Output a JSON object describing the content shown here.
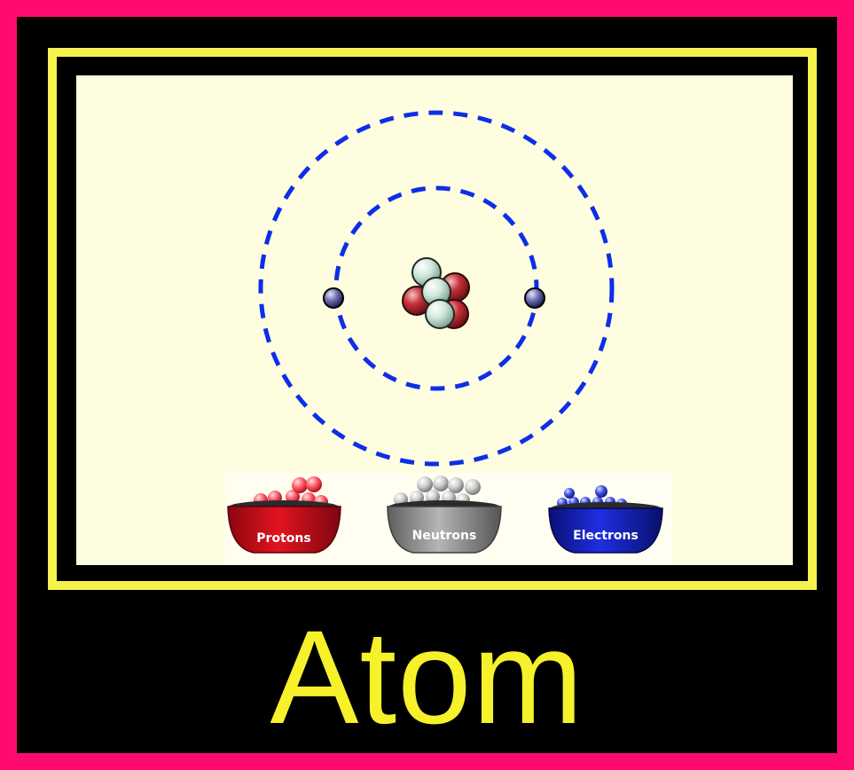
{
  "title": "Atom",
  "bowls": {
    "protons_label": "Protons",
    "neutrons_label": "Neutrons",
    "electrons_label": "Electrons"
  },
  "atom": {
    "protons": 3,
    "neutrons": 3,
    "electrons": 2,
    "shells": 2
  },
  "colors": {
    "outer_border": "#ff0b6f",
    "inner_border": "#f6f14c",
    "stage_bg": "#fefddf",
    "orbit": "#0d2ee8",
    "title": "#f6f12a",
    "proton": "#b0272f",
    "neutron": "#c8e3d6",
    "electron": "#5a5a9a"
  }
}
